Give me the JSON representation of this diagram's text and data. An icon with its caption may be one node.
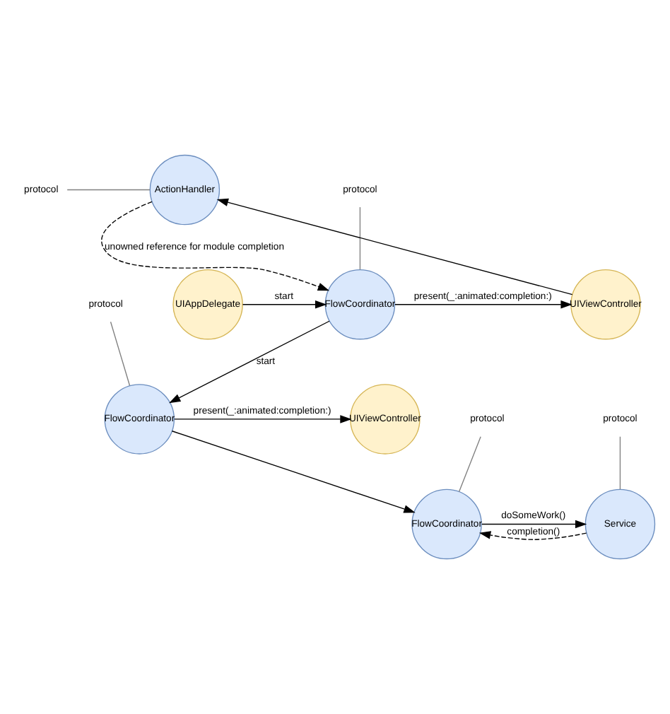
{
  "diagram": {
    "nodes": [
      {
        "text": [
          "protocol"
        ]
      },
      {
        "text": [
          "ActionHandler"
        ]
      },
      {
        "text": [
          "protocol"
        ]
      },
      {
        "text": [
          "UIAppDelegate"
        ]
      },
      {
        "text": [
          "FlowCoordinator"
        ]
      },
      {
        "text": [
          "UIViewController"
        ]
      },
      {
        "text": [
          "protocol"
        ]
      },
      {
        "text": [
          "FlowCoordinator"
        ]
      },
      {
        "text": [
          "UIViewController"
        ]
      },
      {
        "text": [
          "protocol"
        ]
      },
      {
        "text": [
          "protocol"
        ]
      },
      {
        "text": [
          "FlowCoordinator"
        ]
      },
      {
        "text": [
          "Service"
        ]
      }
    ],
    "edges": [
      {
        "from": 0,
        "to": 1,
        "arrow": "none",
        "color": "#808080"
      },
      {
        "from": 2,
        "to": 4,
        "arrow": "none",
        "color": "#808080"
      },
      {
        "from": 3,
        "to": 4,
        "arrow": "to",
        "label": "start"
      },
      {
        "from": 4,
        "to": 5,
        "arrow": "to",
        "label": "present(_:animated:completion:)"
      },
      {
        "from": 5,
        "to": 1,
        "arrow": "to"
      },
      {
        "from": 1,
        "to": 4,
        "arrow": "to",
        "style": "dashed",
        "label": "unowned reference for module completion"
      },
      {
        "from": 4,
        "to": 7,
        "arrow": "to",
        "label": "start"
      },
      {
        "from": 6,
        "to": 7,
        "arrow": "none",
        "color": "#808080"
      },
      {
        "from": 7,
        "to": 8,
        "arrow": "to",
        "label": "present(_:animated:completion:)"
      },
      {
        "from": 7,
        "to": 11,
        "arrow": "to"
      },
      {
        "from": 9,
        "to": 11,
        "arrow": "none",
        "color": "#808080"
      },
      {
        "from": 10,
        "to": 12,
        "arrow": "none",
        "color": "#808080"
      },
      {
        "from": 11,
        "to": 12,
        "arrow": "to",
        "label": "doSomeWork()"
      },
      {
        "from": 12,
        "to": 11,
        "arrow": "to",
        "style": "dashed",
        "label": "completion()"
      }
    ]
  }
}
